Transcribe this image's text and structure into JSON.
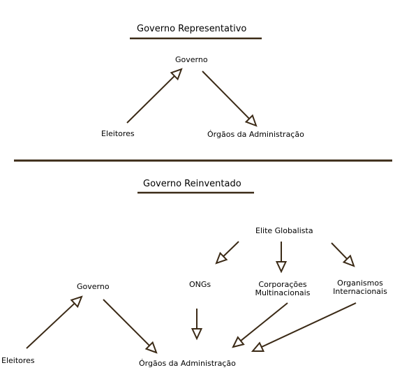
{
  "top": {
    "title": "Governo Representativo",
    "nodes": {
      "governo": "Governo",
      "eleitores": "Eleitores",
      "orgaos": "Órgãos da Administração"
    }
  },
  "bottom": {
    "title": "Governo Reinventado",
    "nodes": {
      "elite": "Elite Globalista",
      "ongs": "ONGs",
      "corporacoes_l1": "Corporações",
      "corporacoes_l2": "Multinacionais",
      "organismos_l1": "Organismos",
      "organismos_l2": "Internacionais",
      "governo": "Governo",
      "eleitores": "Eleitores",
      "orgaos": "Órgãos da Administração"
    }
  },
  "colors": {
    "line": "#3b2a16",
    "text": "#000000"
  }
}
